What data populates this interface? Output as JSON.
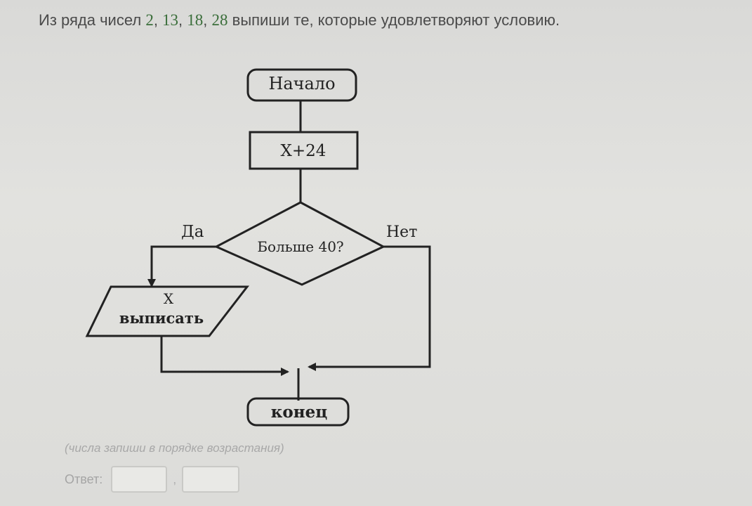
{
  "task": {
    "prefix": "Из ряда чисел ",
    "n1": "2",
    "sep1": ", ",
    "n2": "13",
    "sep2": ", ",
    "n3": "18",
    "sep3": ", ",
    "n4": "28",
    "suffix": " выпиши те, которые удовлетворяют условию."
  },
  "flowchart": {
    "start_label": "Начало",
    "process_label": "X+24",
    "decision_label": "Больше 40?",
    "yes_label": "Да",
    "no_label": "Нет",
    "output_var": "X",
    "output_label": "выписать",
    "end_label": "конец"
  },
  "answer": {
    "hint": "(числа запиши в порядке возрастания)",
    "label": "Ответ:",
    "separator": ",",
    "value1": "",
    "value2": ""
  }
}
